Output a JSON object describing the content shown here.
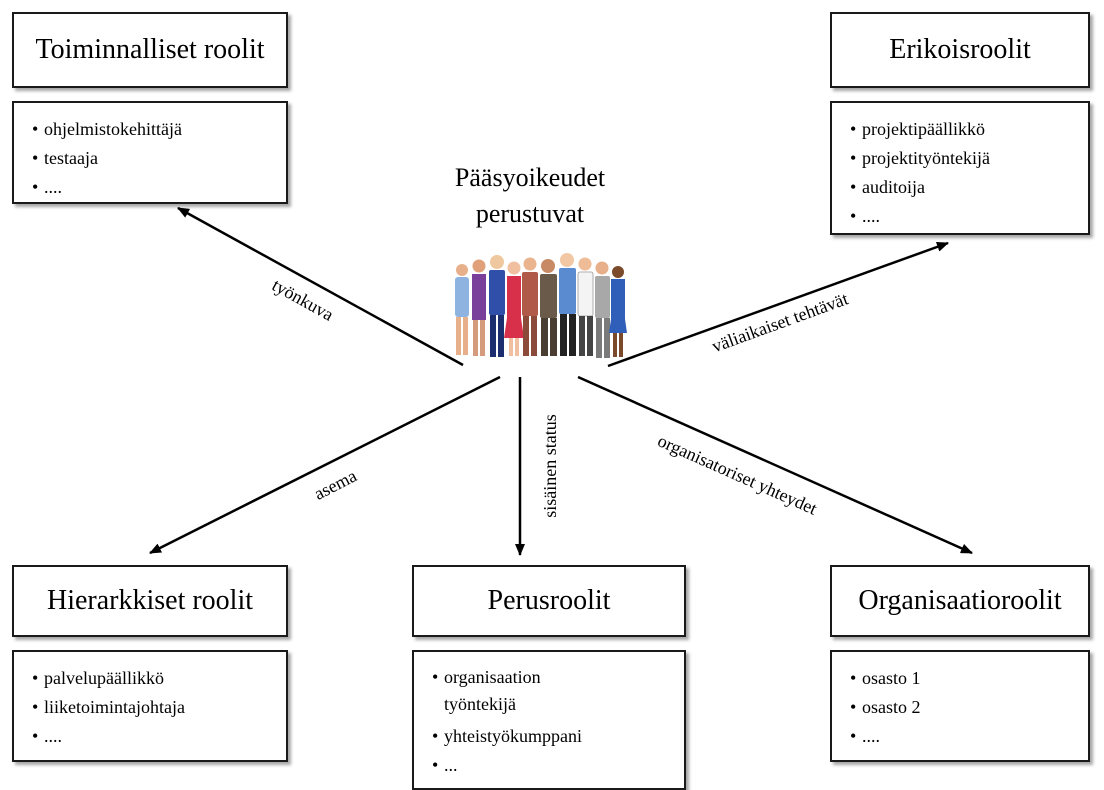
{
  "center": {
    "title_line1": "Pääsyoikeudet",
    "title_line2": "perustuvat"
  },
  "roles": {
    "toiminnalliset": {
      "title": "Toiminnalliset roolit",
      "items": [
        "ohjelmistokehittäjä",
        "testaaja",
        "...."
      ]
    },
    "erikois": {
      "title": "Erikoisroolit",
      "items": [
        "projektipäällikkö",
        "projektityöntekijä",
        "auditoija",
        "...."
      ]
    },
    "hierarkkiset": {
      "title": "Hierarkkiset roolit",
      "items": [
        "palvelupäällikkö",
        "liiketoimintajohtaja",
        "...."
      ]
    },
    "perus": {
      "title": "Perusroolit",
      "items": [
        "organisaation työntekijä",
        "yhteistyökumppani",
        "..."
      ]
    },
    "organisaatio": {
      "title": "Organisaatioroolit",
      "items": [
        "osasto 1",
        "osasto 2",
        "...."
      ]
    }
  },
  "edges": {
    "tyonkuva": "työnkuva",
    "valiaikaiset": "väliaikaiset tehtävät",
    "asema": "asema",
    "sisainen": "sisäinen status",
    "organisatoriset": "organisatoriset yhteydet"
  },
  "colors": {
    "line": "#000000",
    "box_border": "#1a1a1a"
  },
  "icons": {
    "people": "group-of-people-icon"
  }
}
